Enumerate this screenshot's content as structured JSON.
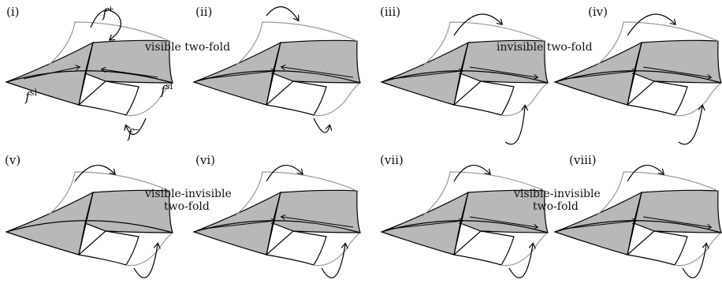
{
  "panels": [
    {
      "label": "(i)"
    },
    {
      "label": "(ii)"
    },
    {
      "label": "(iii)"
    },
    {
      "label": "(iv)"
    },
    {
      "label": "(v)"
    },
    {
      "label": "(vi)"
    },
    {
      "label": "(vii)"
    },
    {
      "label": "(viii)"
    }
  ],
  "captions": {
    "top_left": "visible two-fold",
    "top_right": "invisible two-fold",
    "bottom_left_1": "visible-invisible",
    "bottom_left_2": "two-fold",
    "bottom_right_1": "visible-invisible",
    "bottom_right_2": "two-fold"
  },
  "math": {
    "f": "f",
    "plus": "+",
    "minus": "−",
    "sl": "sl"
  },
  "colors": {
    "shade": "#b8b8b8",
    "outline": "#000000",
    "light_edge": "#9a9a9a"
  }
}
